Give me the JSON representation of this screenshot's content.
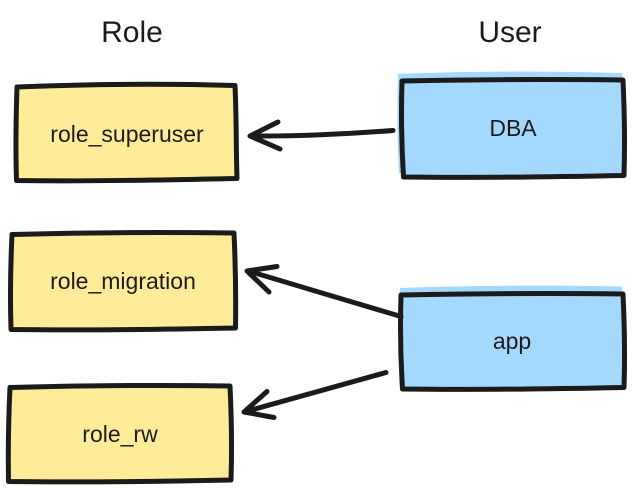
{
  "diagram": {
    "columns": [
      {
        "title": "Role"
      },
      {
        "title": "User"
      }
    ],
    "nodes": [
      {
        "id": "role_superuser",
        "label": "role_superuser",
        "type": "role"
      },
      {
        "id": "role_migration",
        "label": "role_migration",
        "type": "role"
      },
      {
        "id": "role_rw",
        "label": "role_rw",
        "type": "role"
      },
      {
        "id": "DBA",
        "label": "DBA",
        "type": "user"
      },
      {
        "id": "app",
        "label": "app",
        "type": "user"
      }
    ],
    "edges": [
      {
        "from": "DBA",
        "to": "role_superuser"
      },
      {
        "from": "app",
        "to": "role_migration"
      },
      {
        "from": "app",
        "to": "role_rw"
      }
    ],
    "colors": {
      "role_fill": "#ffec99",
      "user_fill": "#a5d8ff",
      "stroke": "#1b1b1b",
      "background": "#ffffff"
    }
  }
}
